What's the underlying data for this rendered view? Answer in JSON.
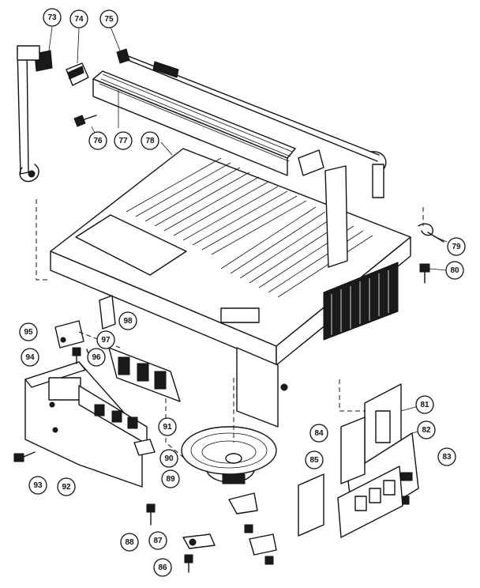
{
  "figure": {
    "callouts": [
      {
        "id": "73",
        "label": "73"
      },
      {
        "id": "74",
        "label": "74"
      },
      {
        "id": "75",
        "label": "75"
      },
      {
        "id": "76",
        "label": "76"
      },
      {
        "id": "77",
        "label": "77"
      },
      {
        "id": "78",
        "label": "78"
      },
      {
        "id": "79",
        "label": "79"
      },
      {
        "id": "80",
        "label": "80"
      },
      {
        "id": "81",
        "label": "81"
      },
      {
        "id": "82",
        "label": "82"
      },
      {
        "id": "83",
        "label": "83"
      },
      {
        "id": "84",
        "label": "84"
      },
      {
        "id": "85",
        "label": "85"
      },
      {
        "id": "86",
        "label": "86"
      },
      {
        "id": "87",
        "label": "87"
      },
      {
        "id": "88",
        "label": "88"
      },
      {
        "id": "89",
        "label": "89"
      },
      {
        "id": "90",
        "label": "90"
      },
      {
        "id": "91",
        "label": "91"
      },
      {
        "id": "92",
        "label": "92"
      },
      {
        "id": "93",
        "label": "93"
      },
      {
        "id": "94",
        "label": "94"
      },
      {
        "id": "95",
        "label": "95"
      },
      {
        "id": "96",
        "label": "96"
      },
      {
        "id": "97",
        "label": "97"
      },
      {
        "id": "98",
        "label": "98"
      }
    ]
  }
}
